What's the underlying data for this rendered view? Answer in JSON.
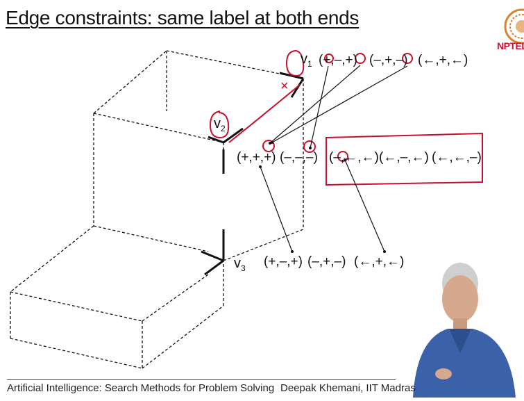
{
  "slide": {
    "title": "Edge constraints: same label at both ends",
    "vertex_labels": {
      "v1": {
        "base": "v",
        "sub": "1"
      },
      "v2": {
        "base": "v",
        "sub": "2"
      },
      "v3": {
        "base": "v",
        "sub": "3"
      }
    },
    "v1_tuples": [
      "(+,–,+)",
      "(–,+,–)",
      "(←,+,←)"
    ],
    "v2_tuples": [
      "(+,+,+)",
      "(–,–,–)",
      "(–,←,←)",
      "(←,–,←)",
      "(←,←,–)"
    ],
    "v3_tuples": [
      "(+,–,+)",
      "(–,+,–)",
      "(←,+,←)"
    ],
    "annotation_mark": "×",
    "logo_text": "NPTEL"
  },
  "footer": {
    "course": "Artificial Intelligence: Search Methods for Problem Solving",
    "instructor": "Deepak Khemani, IIT Madras"
  },
  "colors": {
    "ink": "#111111",
    "annotation_red": "#c8102e",
    "logo_orange": "#d9822b",
    "logo_red": "#c8102e"
  }
}
